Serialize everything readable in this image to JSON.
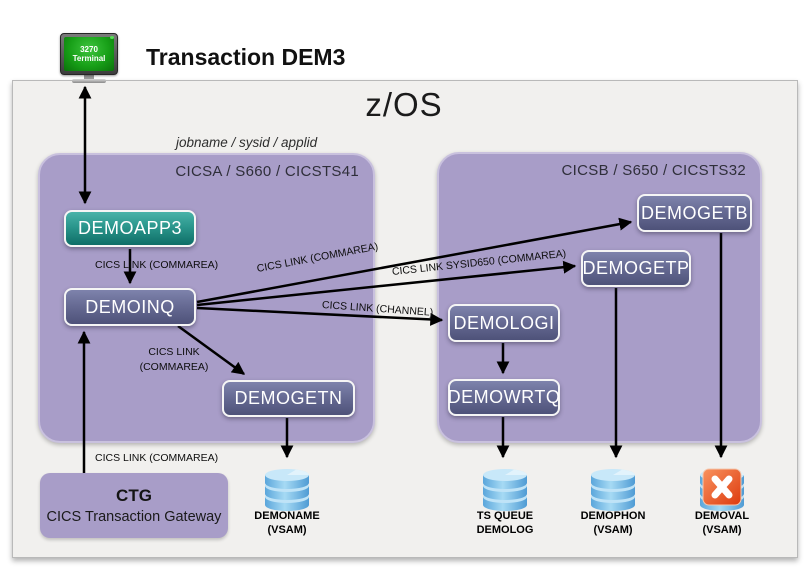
{
  "header": {
    "title": "Transaction DEM3",
    "annotation": "jobname /  sysid  / applid"
  },
  "terminal": {
    "line1": "3270",
    "line2": "Terminal"
  },
  "platform": {
    "label": "z/OS"
  },
  "regions": [
    {
      "label": "CICSA / S660 / CICSTS41"
    },
    {
      "label": "CICSB / S650 / CICSTS32"
    }
  ],
  "programs": {
    "demoapp3": "DEMOAPP3",
    "demoinq": "DEMOINQ",
    "demogetn": "DEMOGETN",
    "demologi": "DEMOLOGI",
    "demowrtq": "DEMOWRTQ",
    "demogetp": "DEMOGETP",
    "demogetb": "DEMOGETB"
  },
  "gateway": {
    "title": "CTG",
    "subtitle": "CICS Transaction  Gateway"
  },
  "links": {
    "app3_to_inq": "CICS LINK (COMMAREA)",
    "inq_to_getn_line1": "CICS LINK",
    "inq_to_getn_line2": "(COMMAREA)",
    "ctg_to_inq": "CICS LINK (COMMAREA)",
    "inq_to_getb": "CICS LINK (COMMAREA)",
    "inq_to_getp": "CICS LINK SYSID650 (COMMAREA)",
    "inq_to_logi": "CICS LINK (CHANNEL)"
  },
  "datastores": [
    {
      "line1": "DEMONAME",
      "line2": "(VSAM)"
    },
    {
      "line1": "TS QUEUE",
      "line2": "DEMOLOG"
    },
    {
      "line1": "DEMOPHON",
      "line2": "(VSAM)"
    },
    {
      "line1": "DEMOVAL",
      "line2": "(VSAM)"
    }
  ],
  "colors": {
    "region_fill": "#a89dc8",
    "program_gradient_top": "#7e83ac",
    "program_gradient_bottom": "#4e5279",
    "app_gradient_top": "#49b3a9",
    "app_gradient_bottom": "#0f6e67",
    "canvas_bg": "#f1f0ee",
    "arrow": "#000000",
    "database_blue": "#5ba6db",
    "error_orange": "#e8431f",
    "terminal_green": "#18a018"
  }
}
